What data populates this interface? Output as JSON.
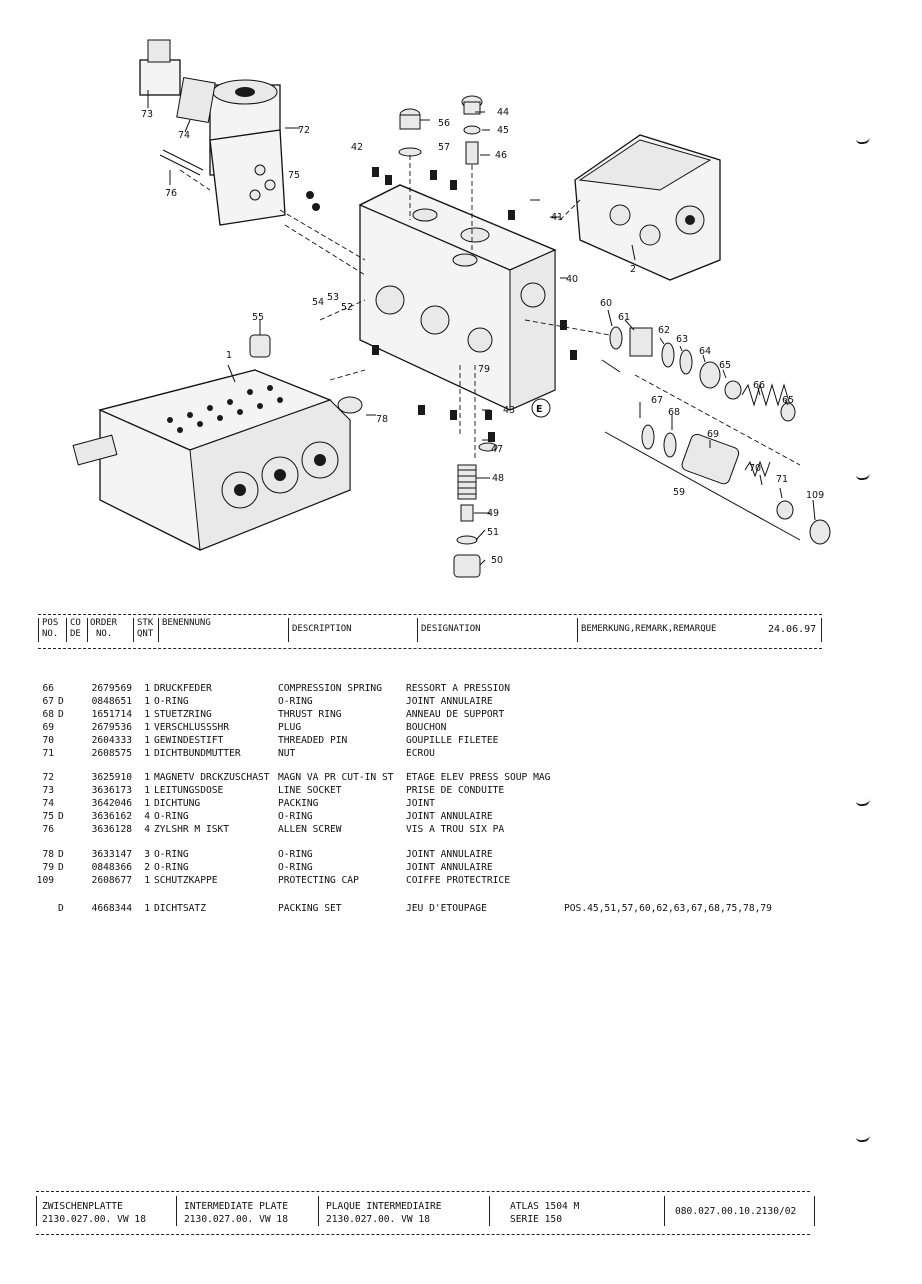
{
  "callouts": [
    "1",
    "2",
    "40",
    "41",
    "42",
    "43",
    "44",
    "45",
    "46",
    "47",
    "48",
    "49",
    "50",
    "51",
    "52",
    "53",
    "54",
    "55",
    "56",
    "57",
    "59",
    "60",
    "61",
    "62",
    "63",
    "64",
    "65",
    "66",
    "67",
    "68",
    "69",
    "70",
    "71",
    "72",
    "73",
    "74",
    "75",
    "76",
    "78",
    "79",
    "109",
    "E"
  ],
  "header": {
    "pos_no": [
      "POS",
      "NO."
    ],
    "co_de": [
      "CO",
      "DE"
    ],
    "order_no": [
      "ORDER",
      "NO."
    ],
    "stk_qnt": [
      "STK",
      "QNT"
    ],
    "benennung": "BENENNUNG",
    "description": "DESCRIPTION",
    "designation": "DESIGNATION",
    "remark": "BEMERKUNG,REMARK,REMARQUE",
    "date": "24.06.97"
  },
  "parts": [
    {
      "pos": "66",
      "co": "",
      "order": "2679569",
      "qty": "1",
      "de": "DRUCKFEDER",
      "en": "COMPRESSION SPRING",
      "fr": "RESSORT A PRESSION",
      "remark": ""
    },
    {
      "pos": "67",
      "co": "D",
      "order": "0848651",
      "qty": "1",
      "de": "O-RING",
      "en": "O-RING",
      "fr": "JOINT ANNULAIRE",
      "remark": ""
    },
    {
      "pos": "68",
      "co": "D",
      "order": "1651714",
      "qty": "1",
      "de": "STUETZRING",
      "en": "THRUST RING",
      "fr": "ANNEAU DE SUPPORT",
      "remark": ""
    },
    {
      "pos": "69",
      "co": "",
      "order": "2679536",
      "qty": "1",
      "de": "VERSCHLUSSSHR",
      "en": "PLUG",
      "fr": "BOUCHON",
      "remark": ""
    },
    {
      "pos": "70",
      "co": "",
      "order": "2604333",
      "qty": "1",
      "de": "GEWINDESTIFT",
      "en": "THREADED PIN",
      "fr": "GOUPILLE FILETEE",
      "remark": ""
    },
    {
      "pos": "71",
      "co": "",
      "order": "2608575",
      "qty": "1",
      "de": "DICHTBUNDMUTTER",
      "en": "NUT",
      "fr": "ECROU",
      "remark": ""
    },
    {
      "pos": "72",
      "co": "",
      "order": "3625910",
      "qty": "1",
      "de": "MAGNETV DRCKZUSCHAST",
      "en": "MAGN VA PR CUT-IN ST",
      "fr": "ETAGE ELEV PRESS SOUP MAG",
      "remark": ""
    },
    {
      "pos": "73",
      "co": "",
      "order": "3636173",
      "qty": "1",
      "de": "LEITUNGSDOSE",
      "en": "LINE SOCKET",
      "fr": "PRISE DE CONDUITE",
      "remark": ""
    },
    {
      "pos": "74",
      "co": "",
      "order": "3642046",
      "qty": "1",
      "de": "DICHTUNG",
      "en": "PACKING",
      "fr": "JOINT",
      "remark": ""
    },
    {
      "pos": "75",
      "co": "D",
      "order": "3636162",
      "qty": "4",
      "de": "O-RING",
      "en": "O-RING",
      "fr": "JOINT ANNULAIRE",
      "remark": ""
    },
    {
      "pos": "76",
      "co": "",
      "order": "3636128",
      "qty": "4",
      "de": "ZYLSHR M ISKT",
      "en": "ALLEN SCREW",
      "fr": "VIS A TROU SIX PA",
      "remark": ""
    },
    {
      "pos": "78",
      "co": "D",
      "order": "3633147",
      "qty": "3",
      "de": "O-RING",
      "en": "O-RING",
      "fr": "JOINT ANNULAIRE",
      "remark": ""
    },
    {
      "pos": "79",
      "co": "D",
      "order": "0848366",
      "qty": "2",
      "de": "O-RING",
      "en": "O-RING",
      "fr": "JOINT ANNULAIRE",
      "remark": ""
    },
    {
      "pos": "109",
      "co": "",
      "order": "2608677",
      "qty": "1",
      "de": "SCHUTZKAPPE",
      "en": "PROTECTING CAP",
      "fr": "COIFFE PROTECTRICE",
      "remark": ""
    },
    {
      "pos": "",
      "co": "D",
      "order": "4668344",
      "qty": "1",
      "de": "DICHTSATZ",
      "en": "PACKING SET",
      "fr": "JEU D'ETOUPAGE",
      "remark": "POS.45,51,57,60,62,63,67,68,75,78,79"
    }
  ],
  "footer": {
    "de_title": "ZWISCHENPLATTE",
    "de_code": "2130.027.00. VW 18",
    "en_title": "INTERMEDIATE PLATE",
    "en_code": "2130.027.00. VW 18",
    "fr_title": "PLAQUE INTERMEDIAIRE",
    "fr_code": "2130.027.00. VW 18",
    "model": "ATLAS 1504 M",
    "series": "SERIE 150",
    "doc_no": "080.027.00.10.2130/02"
  }
}
